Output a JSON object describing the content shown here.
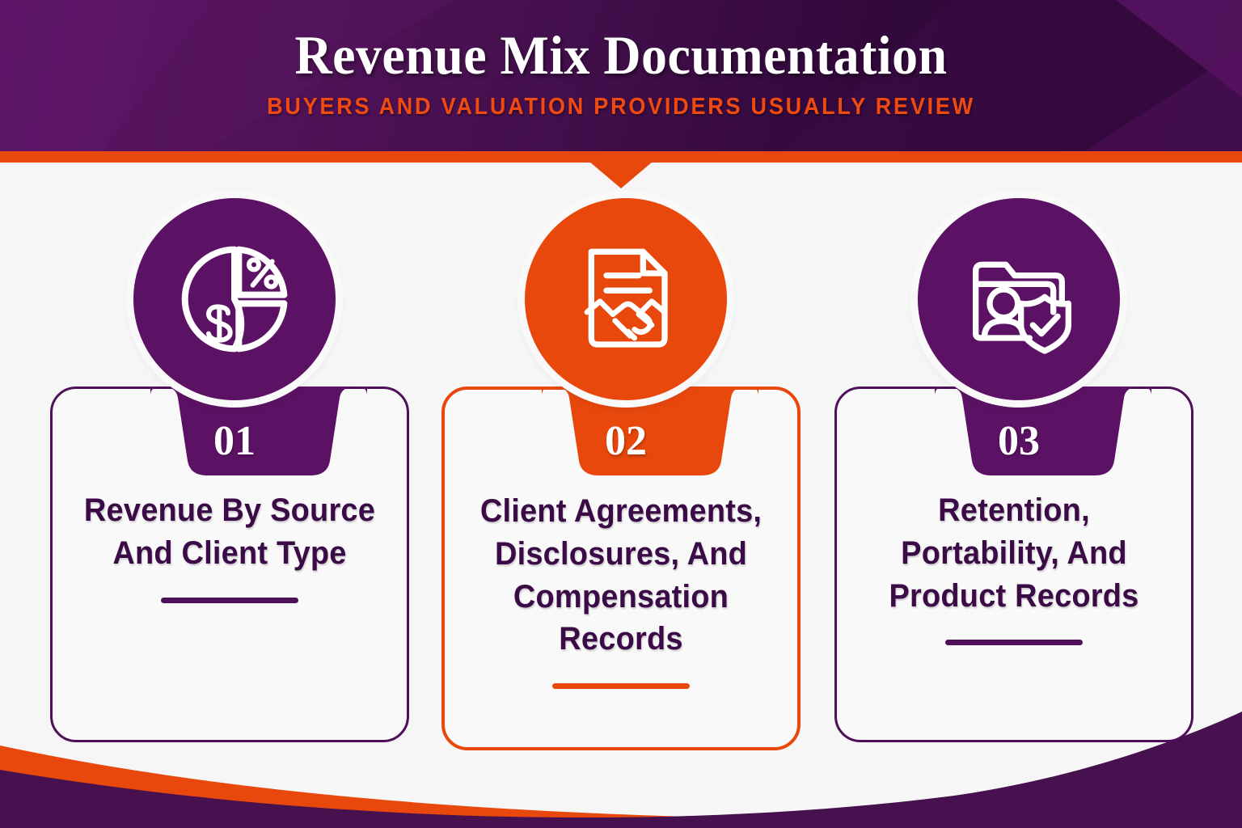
{
  "header": {
    "title": "Revenue Mix Documentation",
    "subtitle": "BUYERS AND VALUATION PROVIDERS USUALLY REVIEW",
    "title_color": "#FFFFFF",
    "subtitle_color": "#EF4A10",
    "background_gradient_from": "#5C1566",
    "background_gradient_to": "#2B0733",
    "divider_color": "#E8480C"
  },
  "theme": {
    "purple": "#5C1264",
    "deep_purple": "#3A0B46",
    "orange": "#E8480C",
    "card_background": "#FAF9F9",
    "page_background": "#F7F6F6",
    "icon_stroke": "#FFFFFF"
  },
  "cards": [
    {
      "number": "01",
      "title": "Revenue By Source And Client Type",
      "accent": "#4E1159",
      "icon_name": "pie-chart-percent-dollar-icon",
      "icon_symbols": [
        "%",
        "$"
      ]
    },
    {
      "number": "02",
      "title": "Client Agreements, Disclosures, And Compensation Records",
      "accent": "#E8480C",
      "icon_name": "document-handshake-icon",
      "icon_symbols": []
    },
    {
      "number": "03",
      "title": "Retention, Portability, And Product Records",
      "accent": "#4E1159",
      "icon_name": "folder-person-shield-check-icon",
      "icon_symbols": []
    }
  ],
  "decoration": {
    "bottom_orange_wave_color": "#E8480C",
    "bottom_purple_wave_color": "#47104F"
  }
}
